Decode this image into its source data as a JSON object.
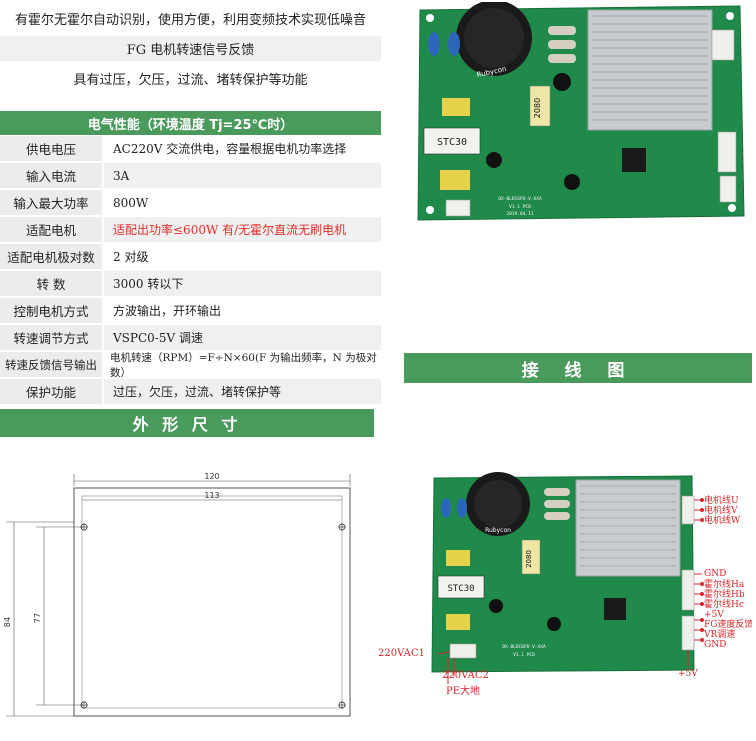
{
  "features": [
    "有霍尔无霍尔自动识别，使用方便，利用变频技术实现低噪音",
    "FG 电机转速信号反馈",
    "具有过压，欠压，过流、堵转保护等功能"
  ],
  "spec_header": "电气性能（环境温度 Tj=25℃时）",
  "specs": [
    {
      "label": "供电电压",
      "value": "AC220V 交流供电，容量根据电机功率选择"
    },
    {
      "label": "输入电流",
      "value": "3A"
    },
    {
      "label": "输入最大功率",
      "value": "800W"
    },
    {
      "label": "适配电机",
      "value": "适配出功率≤600W 有/无霍尔直流无刷电机"
    },
    {
      "label": "适配电机极对数",
      "value": "2 对级"
    },
    {
      "label": "转 数",
      "value": "3000 转以下"
    },
    {
      "label": "控制电机方式",
      "value": "方波输出，开环输出"
    },
    {
      "label": "转速调节方式",
      "value": "VSPC0-5V 调速"
    },
    {
      "label": "转速反馈信号输出",
      "value": "电机转速（RPM）=F÷N×60(F 为输出频率，N 为极对数）"
    },
    {
      "label": "保护功能",
      "value": "过压，欠压，过流、堵转保护等"
    }
  ],
  "outline_header": "外 形 尺 寸",
  "wiring_header": "接 线 图",
  "dimensions": {
    "width_outer": "120",
    "width_inner": "113",
    "height_outer": "84",
    "height_inner": "77"
  },
  "board_top": {
    "cap_label": "Rubycon",
    "relay_label": "2080",
    "chip_label": "STC30",
    "board_text_1": "DX-BLDC6PD-V-XXA",
    "board_text_2": "V1.1 PCB",
    "board_text_3": "2019.04.11"
  },
  "board_bottom": {
    "cap_label": "Rubycon",
    "relay_label": "2080",
    "chip_label": "STC30",
    "board_text_1": "DX-BLDC6PD-V-XXA",
    "board_text_2": "V1.1 PCB"
  },
  "wiring_labels": {
    "motor_u": "电机线U",
    "motor_v": "电机线V",
    "motor_w": "电机线W",
    "gnd_top": "GND",
    "hall_a": "霍尔线Ha",
    "hall_b": "霍尔线Hb",
    "hall_c": "霍尔线Hc",
    "plus5v": "+5V",
    "fg": "FG速度反馈",
    "vr": "VR调速",
    "gnd_bottom": "GND",
    "plus5v_bottom": "+5V",
    "ac1": "220VAC1",
    "ac2": "220VAC2",
    "pe": "PE大地"
  },
  "colors": {
    "accent_green": "#4a9a5c",
    "pcb_green": "#1f8a4a",
    "label_red": "#d8262a"
  }
}
